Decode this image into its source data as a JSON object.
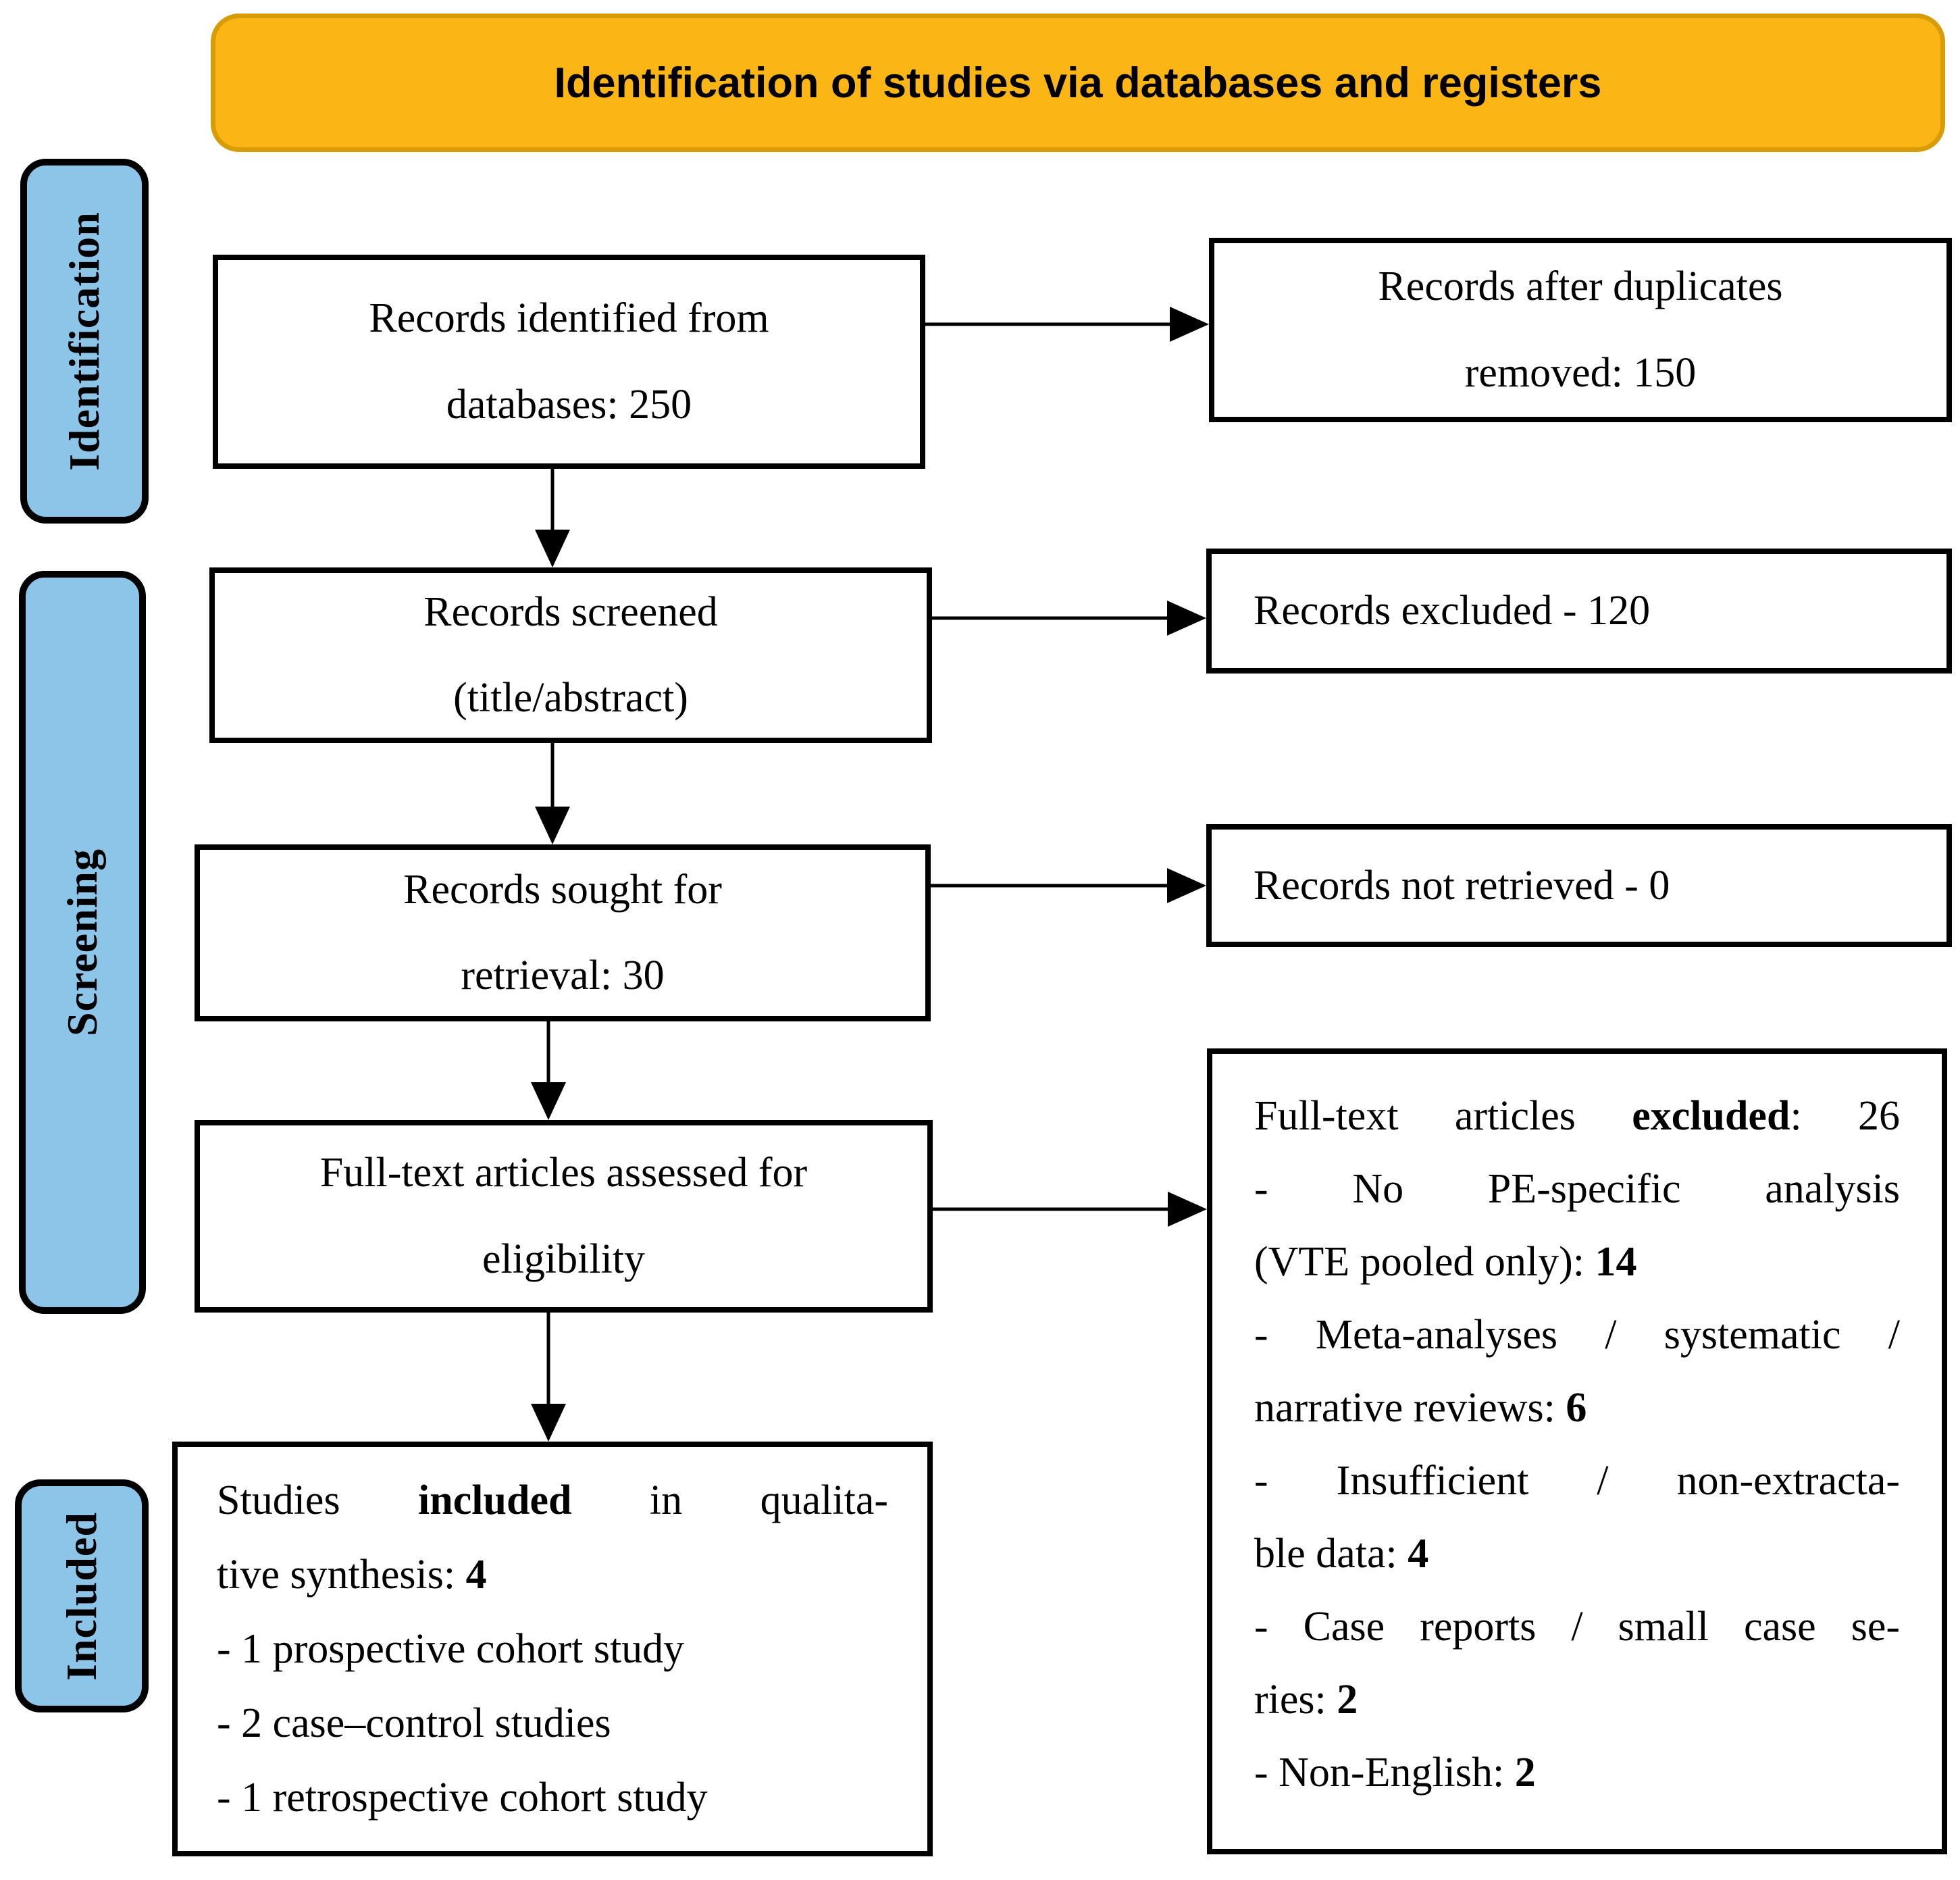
{
  "banner": {
    "title": "Identification of studies via databases and registers"
  },
  "colors": {
    "banner_fill": "#FBB615",
    "banner_border": "#D89C06",
    "stage_label_fill": "#8CC5E8",
    "box_border": "#000000"
  },
  "side_labels": [
    {
      "label": "Identification"
    },
    {
      "label": "Screening"
    },
    {
      "label": "Included"
    }
  ],
  "boxes": {
    "identified": {
      "line1": "Records identified from",
      "line2": "databases: 250"
    },
    "duplicates": {
      "line1": "Records after duplicates",
      "line2": "removed: 150"
    },
    "screened": {
      "line1": "Records screened",
      "line2": "(title/abstract)"
    },
    "excluded_screen": {
      "text": "Records excluded - 120"
    },
    "sought": {
      "line1": "Records sought for",
      "line2": "retrieval: 30"
    },
    "not_retrieved": {
      "text": "Records not retrieved - 0"
    },
    "fulltext": {
      "line1": "Full-text articles assessed for",
      "line2": "eligibility"
    },
    "excluded_full": {
      "l1a": "Full-text articles ",
      "l1b": "excluded",
      "l1c": ": 26",
      "l2": "- No PE-specific analysis",
      "l3a": "(VTE pooled only): ",
      "l3b": "14",
      "l4": "- Meta-analyses / systematic /",
      "l5a": "narrative reviews: ",
      "l5b": "6",
      "l6": "- Insufficient / non-extracta-",
      "l7a": "ble data: ",
      "l7b": "4",
      "l8": "- Case reports / small case se-",
      "l9a": "ries: ",
      "l9b": "2",
      "l10a": "- Non-English: ",
      "l10b": "2"
    },
    "included": {
      "l1a": "Studies ",
      "l1b": "included",
      "l1c": " in qualita-",
      "l2a": "tive synthesis: ",
      "l2b": "4",
      "l3": "- 1 prospective cohort study",
      "l4": "- 2 case–control studies",
      "l5": "- 1 retrospective cohort study"
    }
  }
}
